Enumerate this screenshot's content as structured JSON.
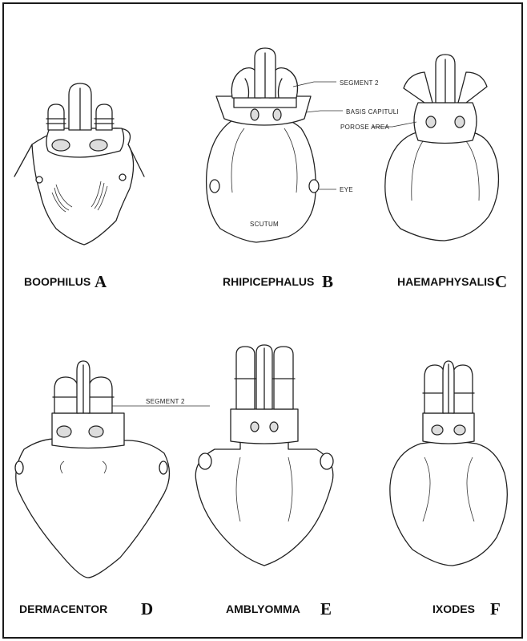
{
  "panels": [
    {
      "genus": "BOOPHILUS",
      "letter": "A"
    },
    {
      "genus": "RHIPICEPHALUS",
      "letter": "B"
    },
    {
      "genus": "HAEMAPHYSALIS",
      "letter": "C"
    },
    {
      "genus": "DERMACENTOR",
      "letter": "D"
    },
    {
      "genus": "AMBLYOMMA",
      "letter": "E"
    },
    {
      "genus": "IXODES",
      "letter": "F"
    }
  ],
  "labels": {
    "segment2_top": "SEGMENT 2",
    "basis_capituli": "BASIS CAPITULI",
    "porose_area": "POROSE AREA",
    "eye": "EYE",
    "scutum": "SCUTUM",
    "segment2_bottom": "SEGMENT 2"
  }
}
